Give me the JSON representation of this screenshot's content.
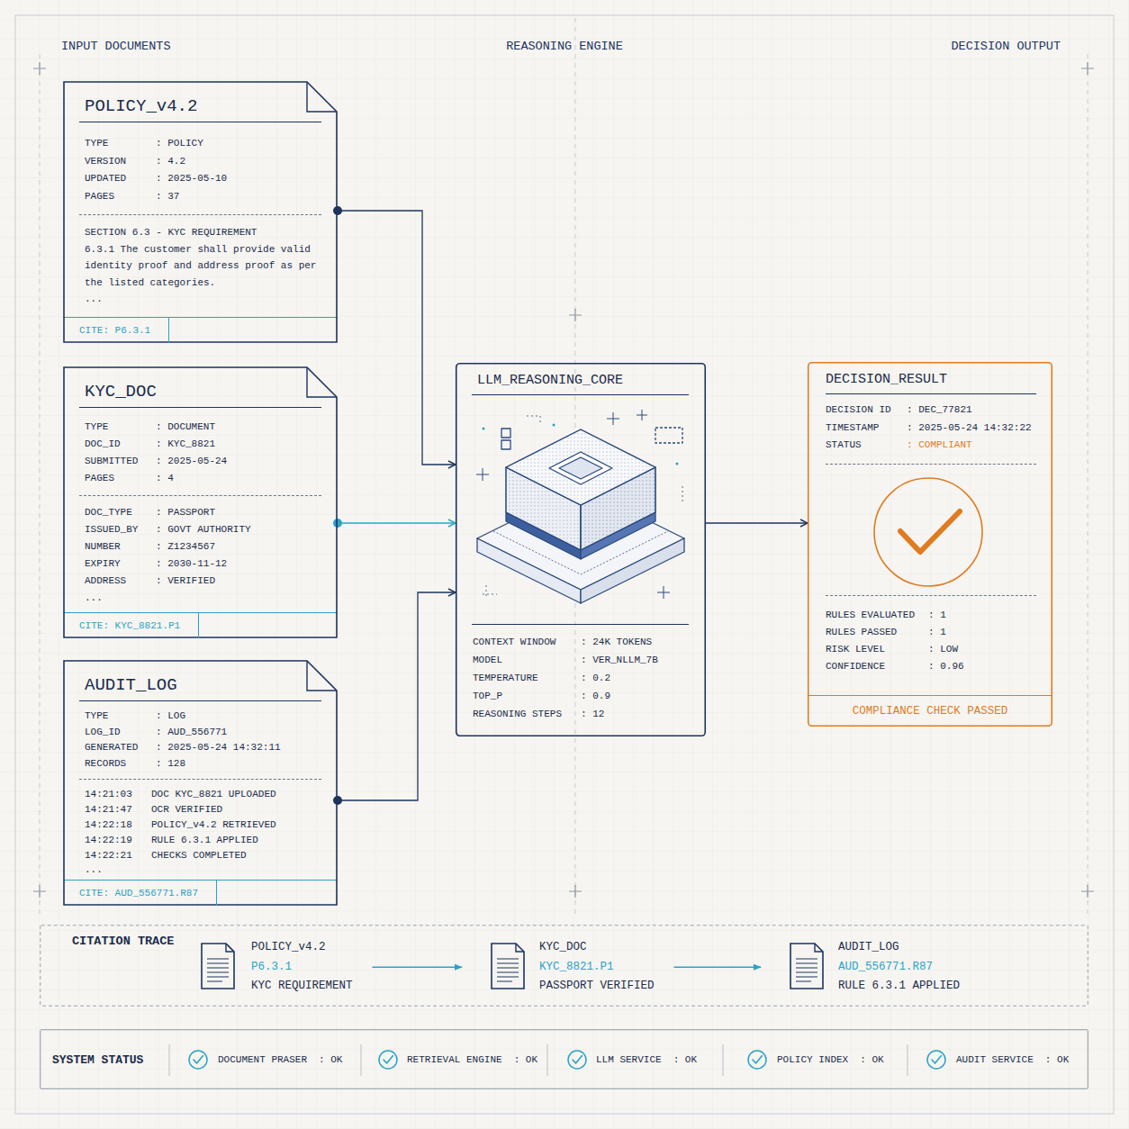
{
  "diagram": {
    "nodes": [
      {
        "text": [
          "POLICY_v4.2",
          "TYPE",
          ": POLICY",
          "VERSION",
          ": 4.2",
          "UPDATED",
          ": 2025-05-10",
          "PAGES",
          ": 37",
          "SECTION 6.3 - KYC REQUIREMENT",
          "6.3.1 The customer shall provide valid identity proof and address proof as per the listed categories.",
          "...",
          "CITE: P6.3.1"
        ]
      },
      {
        "text": [
          "KYC_DOC",
          "TYPE",
          ": DOCUMENT",
          "DOC_ID",
          ": KYC_8821",
          "SUBMITTED",
          ": 2025-05-24",
          "PAGES",
          ": 4",
          "DOC_TYPE",
          ": PASSPORT",
          "ISSUED_BY",
          ": GOVT AUTHORITY",
          "NUMBER",
          ": Z1234567",
          "EXPIRY",
          ": 2030-11-12",
          "ADDRESS",
          ": VERIFIED",
          "...",
          "CITE: KYC_8821.P1"
        ]
      },
      {
        "text": [
          "AUDIT_LOG",
          "TYPE",
          ": LOG",
          "LOG_ID",
          ": AUD_556771",
          "GENERATED",
          ": 2025-05-24 14:32:11",
          "RECORDS",
          ": 128",
          "14:21:03",
          "DOC KYC_8821 UPLOADED",
          "14:21:47",
          "OCR VERIFIED",
          "14:22:18",
          "POLICY_v4.2 RETRIEVED",
          "14:22:19",
          "RULE 6.3.1 APPLIED",
          "14:22:21",
          "CHECKS COMPLETED",
          "...",
          "CITE: AUD_556771.R87"
        ]
      },
      {
        "text": [
          "LLM_REASONING_CORE",
          "CONTEXT WINDOW",
          ": 24K TOKENS",
          "MODEL",
          ": VER_NLLM_7B",
          "TEMPERATURE",
          ": 0.2",
          "TOP_P",
          ": 0.9",
          "REASONING STEPS",
          ": 12"
        ]
      },
      {
        "text": [
          "DECISION_RESULT",
          "DECISION ID",
          ": DEC_77821",
          "TIMESTAMP",
          ": 2025-05-24 14:32:22",
          "STATUS",
          ": COMPLIANT",
          "RULES EVALUATED",
          ": 1",
          "RULES PASSED",
          ": 1",
          "RISK LEVEL",
          ": LOW",
          "CONFIDENCE",
          ": 0.96",
          "COMPLIANCE CHECK PASSED"
        ]
      },
      {
        "text": [
          "CITATION TRACE"
        ]
      },
      {
        "text": [
          "POLICY_v4.2",
          "P6.3.1",
          "KYC REQUIREMENT"
        ],
        "in": 5
      },
      {
        "text": [
          "KYC_DOC",
          "KYC_8821.P1",
          "PASSPORT VERIFIED"
        ],
        "in": 5
      },
      {
        "text": [
          "AUDIT_LOG",
          "AUD_556771.R87",
          "RULE 6.3.1 APPLIED"
        ],
        "in": 5
      },
      {
        "text": [
          "SYSTEM STATUS",
          "DOCUMENT PRASER",
          ": OK",
          "RETRIEVAL ENGINE",
          ": OK",
          "LLM SERVICE",
          ": OK",
          "POLICY INDEX",
          ": OK",
          "AUDIT SERVICE",
          ": OK"
        ]
      }
    ],
    "edges": [
      {
        "from": 0,
        "to": 3,
        "arrow": "to"
      },
      {
        "from": 1,
        "to": 3,
        "arrow": "to"
      },
      {
        "from": 2,
        "to": 3,
        "arrow": "to"
      },
      {
        "from": 3,
        "to": 4,
        "arrow": "to"
      },
      {
        "from": 6,
        "to": 7,
        "arrow": "to"
      },
      {
        "from": 7,
        "to": 8,
        "arrow": "to"
      }
    ],
    "labels": [
      "INPUT DOCUMENTS",
      "REASONING ENGINE",
      "DECISION OUTPUT"
    ]
  }
}
